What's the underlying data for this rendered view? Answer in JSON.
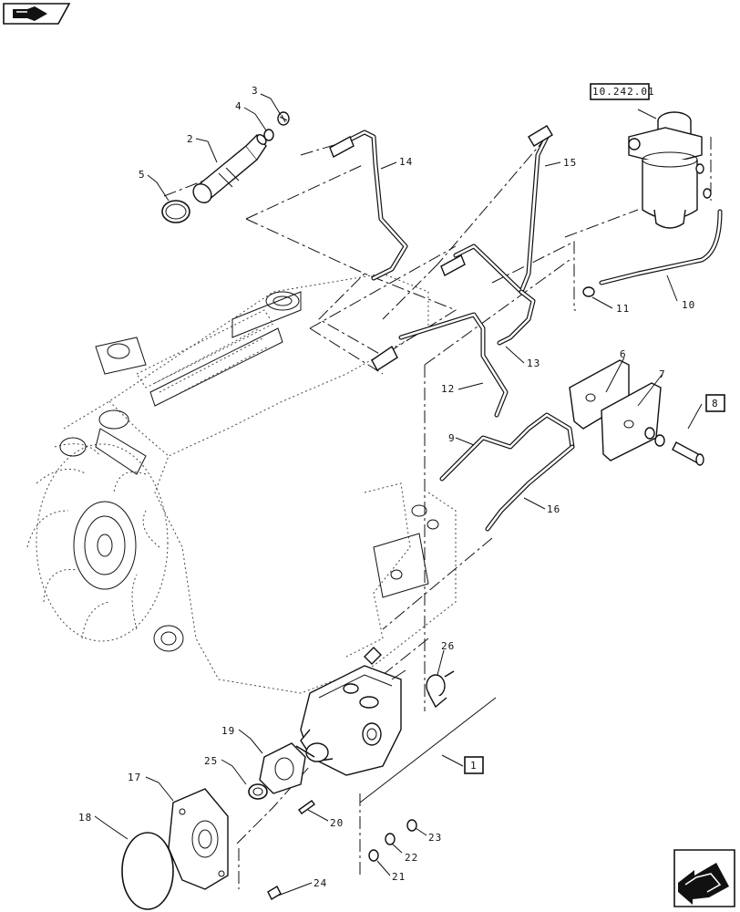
{
  "reference_box": "10.242.01",
  "callouts": [
    {
      "id": "c1",
      "text": "1",
      "boxed": true
    },
    {
      "id": "c2",
      "text": "2"
    },
    {
      "id": "c3",
      "text": "3"
    },
    {
      "id": "c4",
      "text": "4"
    },
    {
      "id": "c5",
      "text": "5"
    },
    {
      "id": "c6",
      "text": "6"
    },
    {
      "id": "c7",
      "text": "7"
    },
    {
      "id": "c8",
      "text": "8",
      "boxed": true
    },
    {
      "id": "c9",
      "text": "9"
    },
    {
      "id": "c10",
      "text": "10"
    },
    {
      "id": "c11",
      "text": "11"
    },
    {
      "id": "c12",
      "text": "12"
    },
    {
      "id": "c13",
      "text": "13"
    },
    {
      "id": "c14",
      "text": "14"
    },
    {
      "id": "c15",
      "text": "15"
    },
    {
      "id": "c16",
      "text": "16"
    },
    {
      "id": "c17",
      "text": "17"
    },
    {
      "id": "c18",
      "text": "18"
    },
    {
      "id": "c19",
      "text": "19"
    },
    {
      "id": "c20",
      "text": "20"
    },
    {
      "id": "c21",
      "text": "21"
    },
    {
      "id": "c22",
      "text": "22"
    },
    {
      "id": "c23",
      "text": "23"
    },
    {
      "id": "c24",
      "text": "24"
    },
    {
      "id": "c25",
      "text": "25"
    },
    {
      "id": "c26",
      "text": "26"
    }
  ],
  "icons": {
    "top_left": "book-arrow-icon",
    "bottom_right": "next-page-arrow-icon"
  }
}
